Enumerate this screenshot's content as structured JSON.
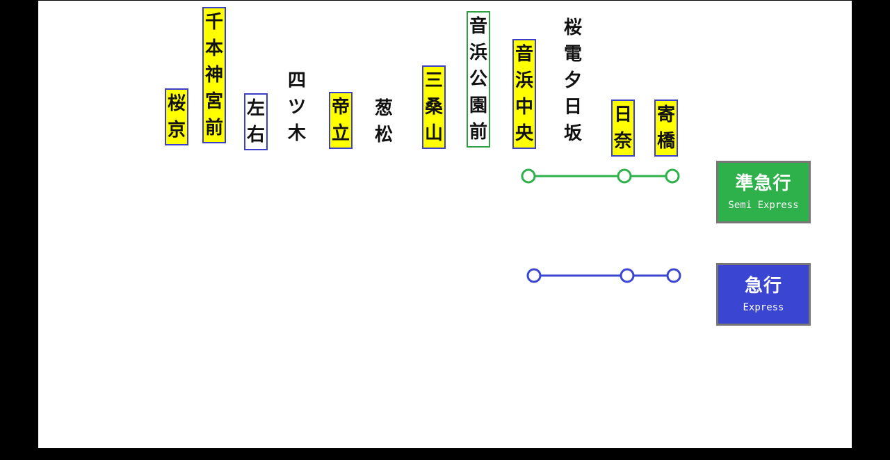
{
  "stations": [
    {
      "id": "sakurakyo",
      "chars": [
        "桜",
        "京"
      ]
    },
    {
      "id": "senbonjingumae",
      "chars": [
        "千",
        "本",
        "神",
        "宮",
        "前"
      ]
    },
    {
      "id": "sayu",
      "chars": [
        "左",
        "右"
      ]
    },
    {
      "id": "yotsugi",
      "chars": [
        "四",
        "ツ",
        "木"
      ]
    },
    {
      "id": "teiritsu",
      "chars": [
        "帝",
        "立"
      ]
    },
    {
      "id": "negimatsu",
      "chars": [
        "葱",
        "松"
      ]
    },
    {
      "id": "mikuwayama",
      "chars": [
        "三",
        "桑",
        "山"
      ]
    },
    {
      "id": "otohamakoenmae",
      "chars": [
        "音",
        "浜",
        "公",
        "園",
        "前"
      ]
    },
    {
      "id": "otohamachuo",
      "chars": [
        "音",
        "浜",
        "中",
        "央"
      ]
    },
    {
      "id": "sakuradenyuhizaka",
      "chars": [
        "桜",
        "電",
        "夕",
        "日",
        "坂"
      ]
    },
    {
      "id": "hina",
      "chars": [
        "日",
        "奈"
      ]
    },
    {
      "id": "yorihashi",
      "chars": [
        "寄",
        "橋"
      ]
    }
  ],
  "services": [
    {
      "id": "semi-express",
      "name_ja": "準急行",
      "name_en": "Semi Express",
      "color": "#2eb14a",
      "stops": [
        "otohamachuo",
        "hina",
        "yorihashi"
      ]
    },
    {
      "id": "express",
      "name_ja": "急行",
      "name_en": "Express",
      "color": "#3a45d2",
      "stops": [
        "otohamachuo",
        "hina",
        "yorihashi"
      ]
    }
  ],
  "colors": {
    "highlight": "#ffff00",
    "blue_border": "#3a3ec8",
    "green_border": "#2ea043",
    "background": "#ffffff",
    "frame": "#000000"
  }
}
